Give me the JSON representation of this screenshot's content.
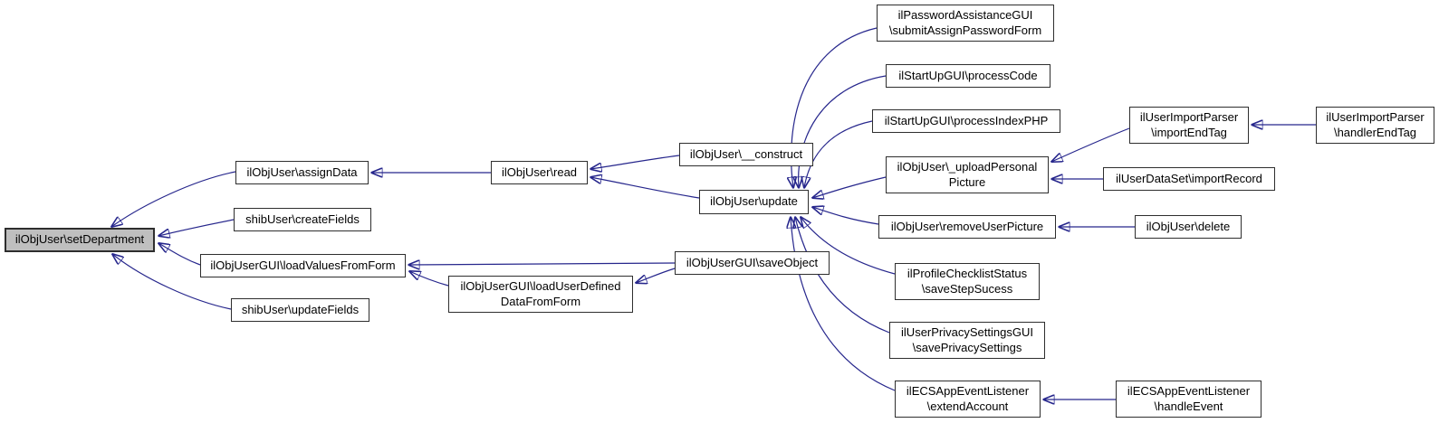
{
  "diagram_type": "caller-graph",
  "colors": {
    "edge": "#26268c",
    "node_border": "#2e2e2e",
    "node_fill": "#ffffff",
    "highlighted_node_fill": "#bfbfbf",
    "background": "#ffffff"
  },
  "nodes": {
    "setDepartment": {
      "label": "ilObjUser\\setDepartment",
      "highlighted": true
    },
    "assignData": {
      "label": "ilObjUser\\assignData",
      "highlighted": false
    },
    "createFields": {
      "label": "shibUser\\createFields",
      "highlighted": false
    },
    "loadValuesFromForm": {
      "label": "ilObjUserGUI\\loadValuesFromForm",
      "highlighted": false
    },
    "updateFields": {
      "label": "shibUser\\updateFields",
      "highlighted": false
    },
    "read": {
      "label": "ilObjUser\\read",
      "highlighted": false
    },
    "construct": {
      "label": "ilObjUser\\__construct",
      "highlighted": false
    },
    "update": {
      "label": "ilObjUser\\update",
      "highlighted": false
    },
    "saveObject": {
      "label": "ilObjUserGUI\\saveObject",
      "highlighted": false
    },
    "loadUserDefinedDataFromForm": {
      "label": "ilObjUserGUI\\loadUserDefined\nDataFromForm",
      "highlighted": false
    },
    "submitAssignPasswordForm": {
      "label": "ilPasswordAssistanceGUI\n\\submitAssignPasswordForm",
      "highlighted": false
    },
    "processCode": {
      "label": "ilStartUpGUI\\processCode",
      "highlighted": false
    },
    "processIndexPHP": {
      "label": "ilStartUpGUI\\processIndexPHP",
      "highlighted": false
    },
    "uploadPersonalPicture": {
      "label": "ilObjUser\\_uploadPersonal\nPicture",
      "highlighted": false
    },
    "removeUserPicture": {
      "label": "ilObjUser\\removeUserPicture",
      "highlighted": false
    },
    "saveStepSucess": {
      "label": "ilProfileChecklistStatus\n\\saveStepSucess",
      "highlighted": false
    },
    "savePrivacySettings": {
      "label": "ilUserPrivacySettingsGUI\n\\savePrivacySettings",
      "highlighted": false
    },
    "extendAccount": {
      "label": "ilECSAppEventListener\n\\extendAccount",
      "highlighted": false
    },
    "importEndTag": {
      "label": "ilUserImportParser\n\\importEndTag",
      "highlighted": false
    },
    "importRecord": {
      "label": "ilUserDataSet\\importRecord",
      "highlighted": false
    },
    "delete": {
      "label": "ilObjUser\\delete",
      "highlighted": false
    },
    "handleEvent": {
      "label": "ilECSAppEventListener\n\\handleEvent",
      "highlighted": false
    },
    "handlerEndTag": {
      "label": "ilUserImportParser\n\\handlerEndTag",
      "highlighted": false
    }
  },
  "edges": [
    {
      "from": "ilObjUser\\assignData",
      "to": "ilObjUser\\setDepartment"
    },
    {
      "from": "shibUser\\createFields",
      "to": "ilObjUser\\setDepartment"
    },
    {
      "from": "ilObjUserGUI\\loadValuesFromForm",
      "to": "ilObjUser\\setDepartment"
    },
    {
      "from": "shibUser\\updateFields",
      "to": "ilObjUser\\setDepartment"
    },
    {
      "from": "ilObjUser\\read",
      "to": "ilObjUser\\assignData"
    },
    {
      "from": "ilObjUser\\__construct",
      "to": "ilObjUser\\read"
    },
    {
      "from": "ilObjUser\\update",
      "to": "ilObjUser\\read"
    },
    {
      "from": "ilObjUserGUI\\saveObject",
      "to": "ilObjUserGUI\\loadValuesFromForm"
    },
    {
      "from": "ilObjUserGUI\\loadUserDefinedDataFromForm",
      "to": "ilObjUserGUI\\loadValuesFromForm"
    },
    {
      "from": "ilObjUserGUI\\saveObject",
      "to": "ilObjUserGUI\\loadUserDefinedDataFromForm"
    },
    {
      "from": "ilPasswordAssistanceGUI\\submitAssignPasswordForm",
      "to": "ilObjUser\\update"
    },
    {
      "from": "ilStartUpGUI\\processCode",
      "to": "ilObjUser\\update"
    },
    {
      "from": "ilStartUpGUI\\processIndexPHP",
      "to": "ilObjUser\\update"
    },
    {
      "from": "ilObjUser\\_uploadPersonalPicture",
      "to": "ilObjUser\\update"
    },
    {
      "from": "ilObjUser\\removeUserPicture",
      "to": "ilObjUser\\update"
    },
    {
      "from": "ilProfileChecklistStatus\\saveStepSucess",
      "to": "ilObjUser\\update"
    },
    {
      "from": "ilUserPrivacySettingsGUI\\savePrivacySettings",
      "to": "ilObjUser\\update"
    },
    {
      "from": "ilECSAppEventListener\\extendAccount",
      "to": "ilObjUser\\update"
    },
    {
      "from": "ilUserImportParser\\importEndTag",
      "to": "ilObjUser\\_uploadPersonalPicture"
    },
    {
      "from": "ilUserDataSet\\importRecord",
      "to": "ilObjUser\\_uploadPersonalPicture"
    },
    {
      "from": "ilUserImportParser\\handlerEndTag",
      "to": "ilUserImportParser\\importEndTag"
    },
    {
      "from": "ilObjUser\\delete",
      "to": "ilObjUser\\removeUserPicture"
    },
    {
      "from": "ilECSAppEventListener\\handleEvent",
      "to": "ilECSAppEventListener\\extendAccount"
    }
  ]
}
